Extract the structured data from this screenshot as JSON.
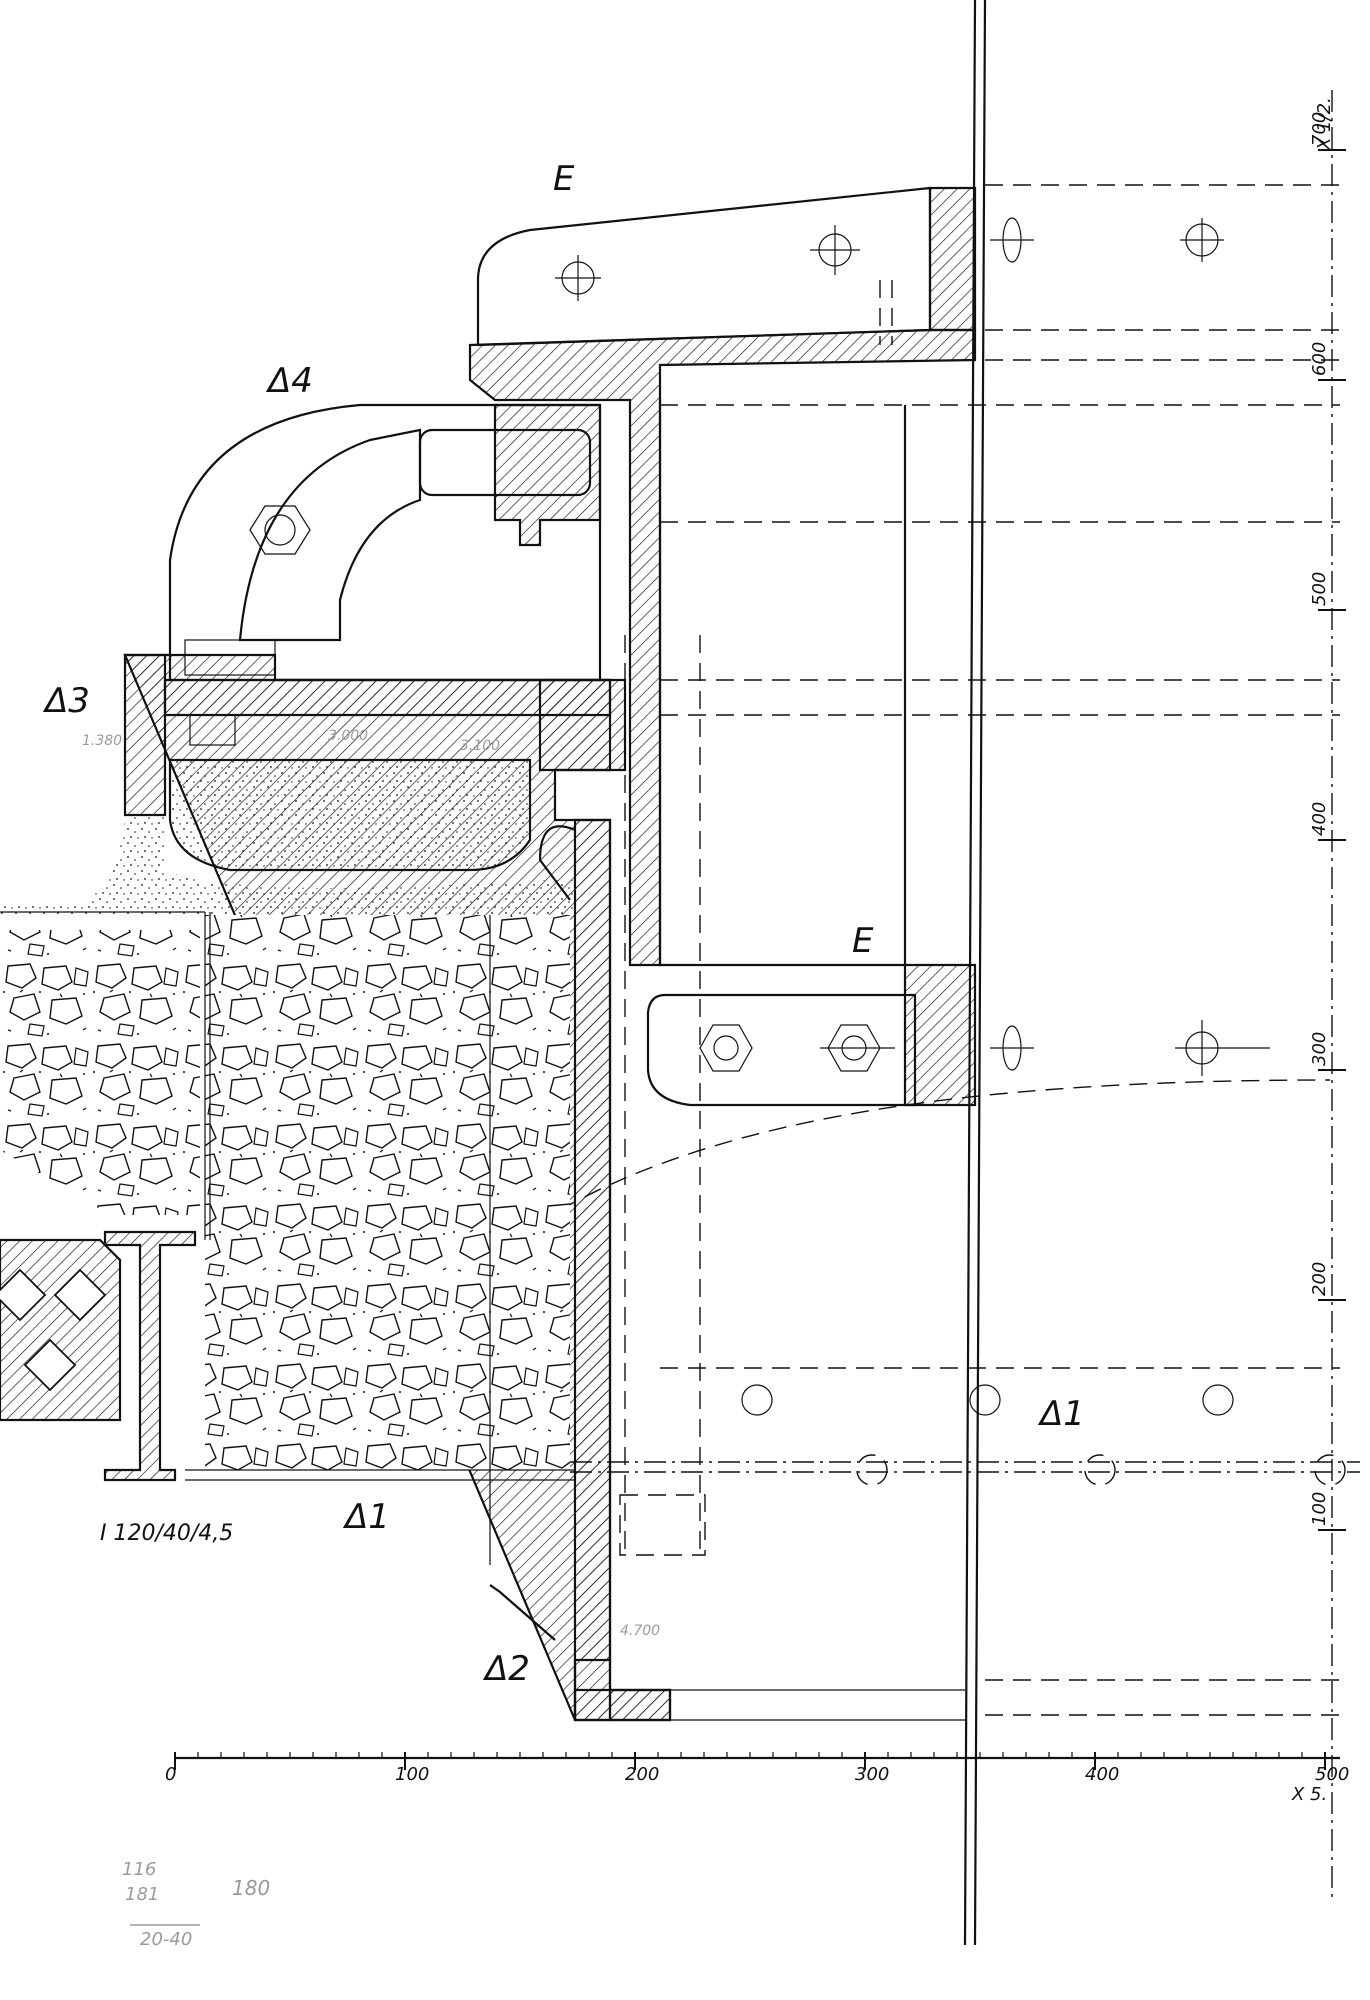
{
  "labels": {
    "e_top": "E",
    "e_mid": "E",
    "d4": "Δ4",
    "d3": "Δ3",
    "d2": "Δ2",
    "d1_bottom": "Δ1",
    "d1_right": "Δ1",
    "beam": "I 120/40/4,5"
  },
  "horizontal_scale": {
    "ticks": [
      "0",
      "100",
      "200",
      "300",
      "400",
      "500"
    ],
    "unit_note": "X 5."
  },
  "vertical_scale": {
    "ticks": [
      "100",
      "200",
      "300",
      "400",
      "500",
      "600",
      "700"
    ],
    "unit_note": "X 1/2."
  },
  "pencil_notes": {
    "n1": "3.000",
    "n2": "3.100",
    "n3": "1.380",
    "n4": "4.700",
    "stack_1": "116",
    "stack_2": "181",
    "stack_3": "20-40",
    "stack_4": "180"
  }
}
